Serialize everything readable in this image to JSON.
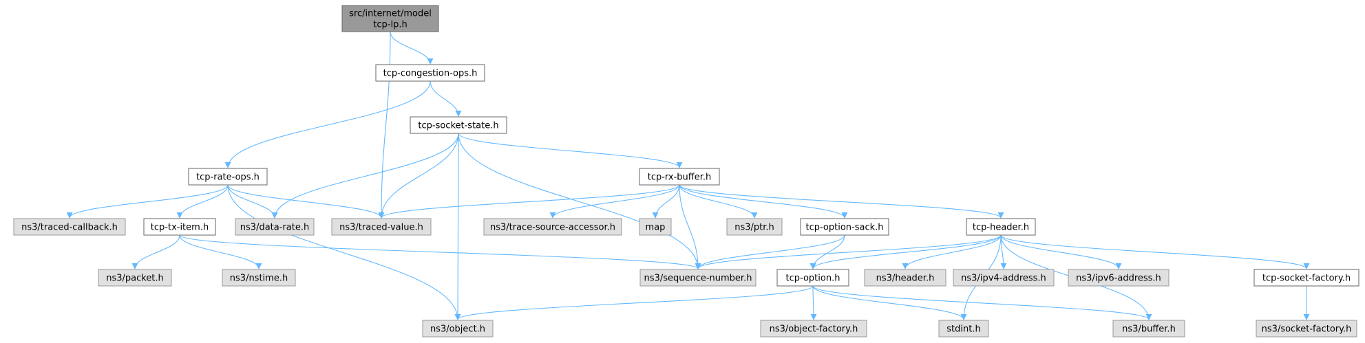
{
  "colors": {
    "edge": "#63b8ff",
    "root_fill": "#999999",
    "root_border": "#666666",
    "internal_fill": "#ffffff",
    "internal_border": "#666666",
    "external_fill": "#e0e0e0",
    "external_border": "#999999"
  },
  "graph": {
    "nodes": [
      {
        "id": "root",
        "kind": "root",
        "lines": [
          "src/internet/model",
          "tcp-lp.h"
        ]
      },
      {
        "id": "cong",
        "kind": "internal",
        "lines": [
          "tcp-congestion-ops.h"
        ]
      },
      {
        "id": "sock",
        "kind": "internal",
        "lines": [
          "tcp-socket-state.h"
        ]
      },
      {
        "id": "rate",
        "kind": "internal",
        "lines": [
          "tcp-rate-ops.h"
        ]
      },
      {
        "id": "rxbuf",
        "kind": "internal",
        "lines": [
          "tcp-rx-buffer.h"
        ]
      },
      {
        "id": "tcb",
        "kind": "external",
        "lines": [
          "ns3/traced-callback.h"
        ]
      },
      {
        "id": "txitem",
        "kind": "internal",
        "lines": [
          "tcp-tx-item.h"
        ]
      },
      {
        "id": "datarate",
        "kind": "external",
        "lines": [
          "ns3/data-rate.h"
        ]
      },
      {
        "id": "tval",
        "kind": "external",
        "lines": [
          "ns3/traced-value.h"
        ]
      },
      {
        "id": "tsacc",
        "kind": "external",
        "lines": [
          "ns3/trace-source-accessor.h"
        ]
      },
      {
        "id": "map",
        "kind": "external",
        "lines": [
          "map"
        ]
      },
      {
        "id": "ptr",
        "kind": "external",
        "lines": [
          "ns3/ptr.h"
        ]
      },
      {
        "id": "sack",
        "kind": "internal",
        "lines": [
          "tcp-option-sack.h"
        ]
      },
      {
        "id": "hdr",
        "kind": "internal",
        "lines": [
          "tcp-header.h"
        ]
      },
      {
        "id": "packet",
        "kind": "external",
        "lines": [
          "ns3/packet.h"
        ]
      },
      {
        "id": "nstime",
        "kind": "external",
        "lines": [
          "ns3/nstime.h"
        ]
      },
      {
        "id": "seq",
        "kind": "external",
        "lines": [
          "ns3/sequence-number.h"
        ]
      },
      {
        "id": "opt",
        "kind": "internal",
        "lines": [
          "tcp-option.h"
        ]
      },
      {
        "id": "header",
        "kind": "external",
        "lines": [
          "ns3/header.h"
        ]
      },
      {
        "id": "ipv4",
        "kind": "external",
        "lines": [
          "ns3/ipv4-address.h"
        ]
      },
      {
        "id": "ipv6",
        "kind": "external",
        "lines": [
          "ns3/ipv6-address.h"
        ]
      },
      {
        "id": "sockfac",
        "kind": "internal",
        "lines": [
          "tcp-socket-factory.h"
        ]
      },
      {
        "id": "object",
        "kind": "external",
        "lines": [
          "ns3/object.h"
        ]
      },
      {
        "id": "objfac",
        "kind": "external",
        "lines": [
          "ns3/object-factory.h"
        ]
      },
      {
        "id": "stdint",
        "kind": "external",
        "lines": [
          "stdint.h"
        ]
      },
      {
        "id": "buffer",
        "kind": "external",
        "lines": [
          "ns3/buffer.h"
        ]
      },
      {
        "id": "ns3sockfac",
        "kind": "external",
        "lines": [
          "ns3/socket-factory.h"
        ]
      }
    ],
    "edges": [
      {
        "from": "root",
        "to": "cong"
      },
      {
        "from": "root",
        "to": "tval"
      },
      {
        "from": "cong",
        "to": "sock"
      },
      {
        "from": "cong",
        "to": "rate"
      },
      {
        "from": "sock",
        "to": "rxbuf"
      },
      {
        "from": "sock",
        "to": "datarate"
      },
      {
        "from": "sock",
        "to": "tval"
      },
      {
        "from": "sock",
        "to": "object"
      },
      {
        "from": "sock",
        "to": "seq"
      },
      {
        "from": "rate",
        "to": "tcb"
      },
      {
        "from": "rate",
        "to": "txitem"
      },
      {
        "from": "rate",
        "to": "datarate"
      },
      {
        "from": "rate",
        "to": "tval"
      },
      {
        "from": "rate",
        "to": "object"
      },
      {
        "from": "txitem",
        "to": "packet"
      },
      {
        "from": "txitem",
        "to": "nstime"
      },
      {
        "from": "txitem",
        "to": "seq"
      },
      {
        "from": "rxbuf",
        "to": "tval"
      },
      {
        "from": "rxbuf",
        "to": "tsacc"
      },
      {
        "from": "rxbuf",
        "to": "map"
      },
      {
        "from": "rxbuf",
        "to": "ptr"
      },
      {
        "from": "rxbuf",
        "to": "sack"
      },
      {
        "from": "rxbuf",
        "to": "hdr"
      },
      {
        "from": "rxbuf",
        "to": "seq"
      },
      {
        "from": "sack",
        "to": "seq"
      },
      {
        "from": "sack",
        "to": "opt"
      },
      {
        "from": "hdr",
        "to": "seq"
      },
      {
        "from": "hdr",
        "to": "opt"
      },
      {
        "from": "hdr",
        "to": "header"
      },
      {
        "from": "hdr",
        "to": "ipv4"
      },
      {
        "from": "hdr",
        "to": "ipv6"
      },
      {
        "from": "hdr",
        "to": "sockfac"
      },
      {
        "from": "hdr",
        "to": "stdint"
      },
      {
        "from": "hdr",
        "to": "buffer"
      },
      {
        "from": "opt",
        "to": "object"
      },
      {
        "from": "opt",
        "to": "objfac"
      },
      {
        "from": "opt",
        "to": "stdint"
      },
      {
        "from": "opt",
        "to": "buffer"
      },
      {
        "from": "sockfac",
        "to": "ns3sockfac"
      }
    ]
  }
}
